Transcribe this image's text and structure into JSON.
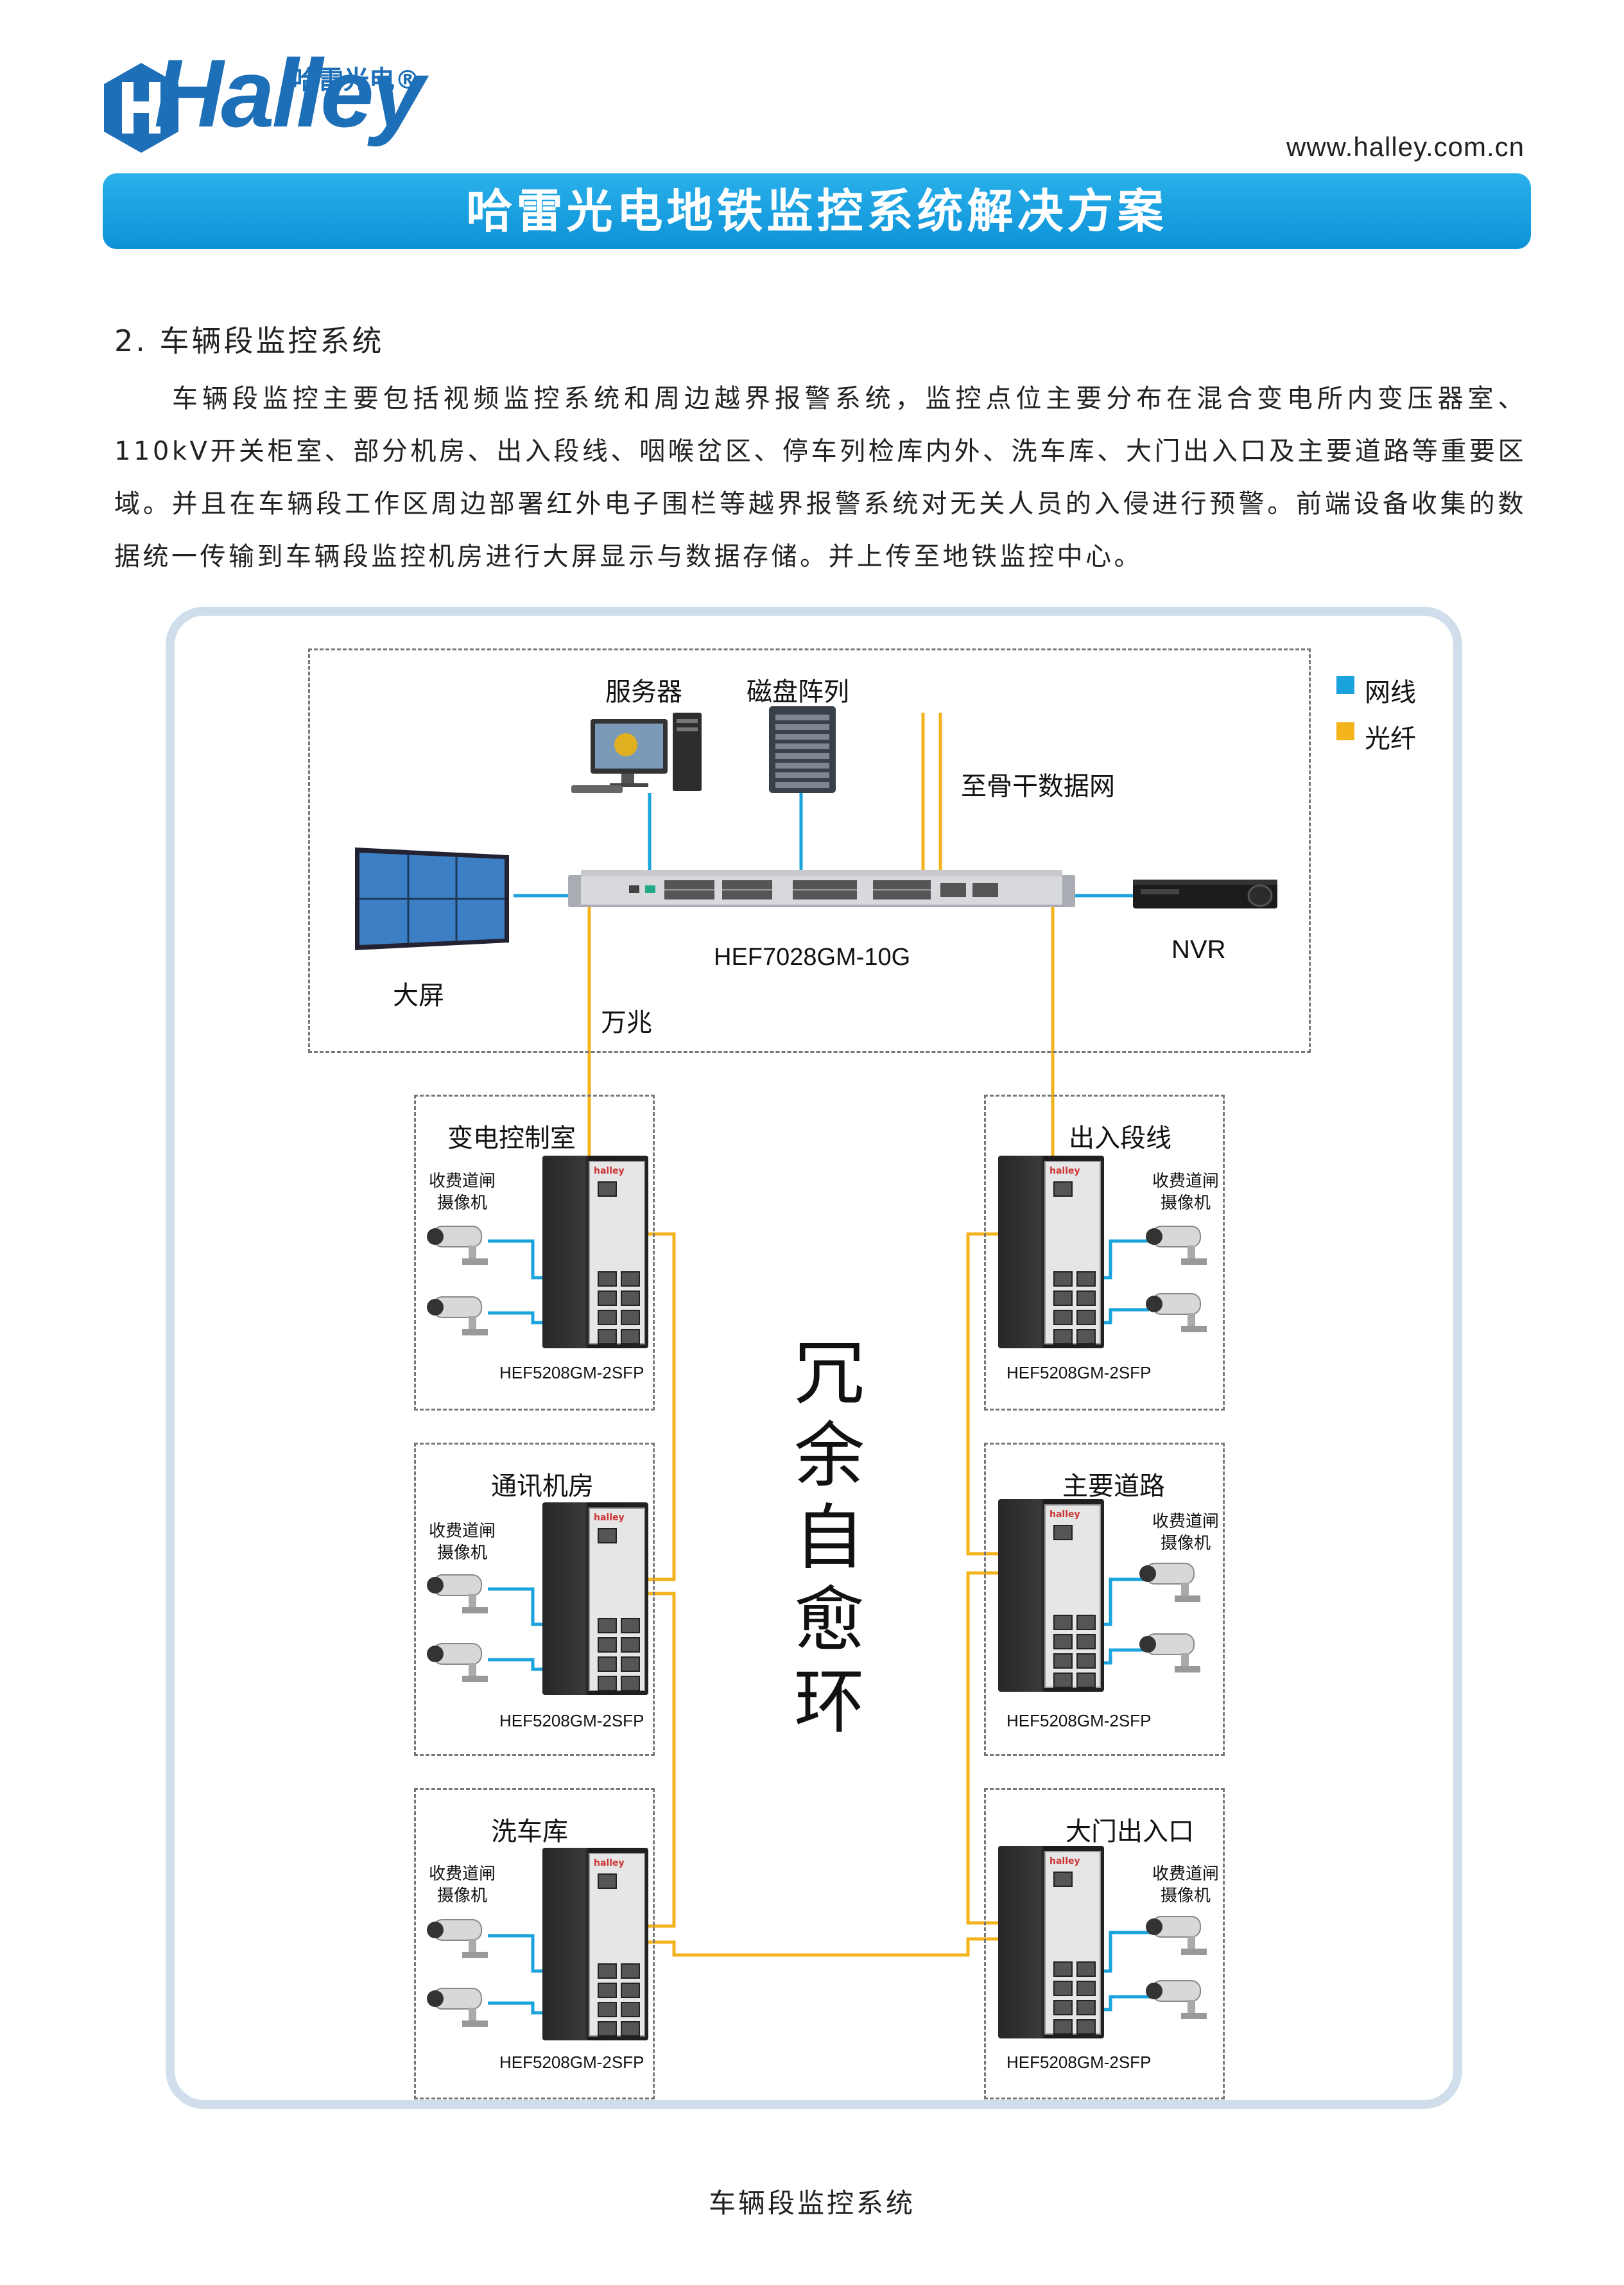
{
  "header": {
    "logo_word": "Halley",
    "logo_cn": "哈雷光电®",
    "website": "www.halley.com.cn",
    "title": "哈雷光电地铁监控系统解决方案"
  },
  "section": {
    "heading": "2.  车辆段监控系统",
    "paragraph": "车辆段监控主要包括视频监控系统和周边越界报警系统，监控点位主要分布在混合变电所内变压器室、110kV开关柜室、部分机房、出入段线、咽喉岔区、停车列检库内外、洗车库、大门出入口及主要道路等重要区域。并且在车辆段工作区周边部署红外电子围栏等越界报警系统对无关人员的入侵进行预警。前端设备收集的数据统一传输到车辆段监控机房进行大屏显示与数据存储。并上传至地铁监控中心。"
  },
  "legend": {
    "network": "网线",
    "fiber": "光纤",
    "network_color": "#1aa3dc",
    "fiber_color": "#f2b31b"
  },
  "core": {
    "server": "服务器",
    "disk_array": "磁盘阵列",
    "backbone": "至骨干数据网",
    "screen": "大屏",
    "switch_model": "HEF7028GM-10G",
    "nvr": "NVR",
    "uplink": "万兆"
  },
  "ring_label": "冗余自愈环",
  "sites": [
    {
      "name": "变电控制室",
      "camera": "收费道闸\n摄像机",
      "model": "HEF5208GM-2SFP"
    },
    {
      "name": "通讯机房",
      "camera": "收费道闸\n摄像机",
      "model": "HEF5208GM-2SFP"
    },
    {
      "name": "洗车库",
      "camera": "收费道闸\n摄像机",
      "model": "HEF5208GM-2SFP"
    },
    {
      "name": "出入段线",
      "camera": "收费道闸\n摄像机",
      "model": "HEF5208GM-2SFP"
    },
    {
      "name": "主要道路",
      "camera": "收费道闸\n摄像机",
      "model": "HEF5208GM-2SFP"
    },
    {
      "name": "大门出入口",
      "camera": "收费道闸\n摄像机",
      "model": "HEF5208GM-2SFP"
    }
  ],
  "caption": "车辆段监控系统"
}
